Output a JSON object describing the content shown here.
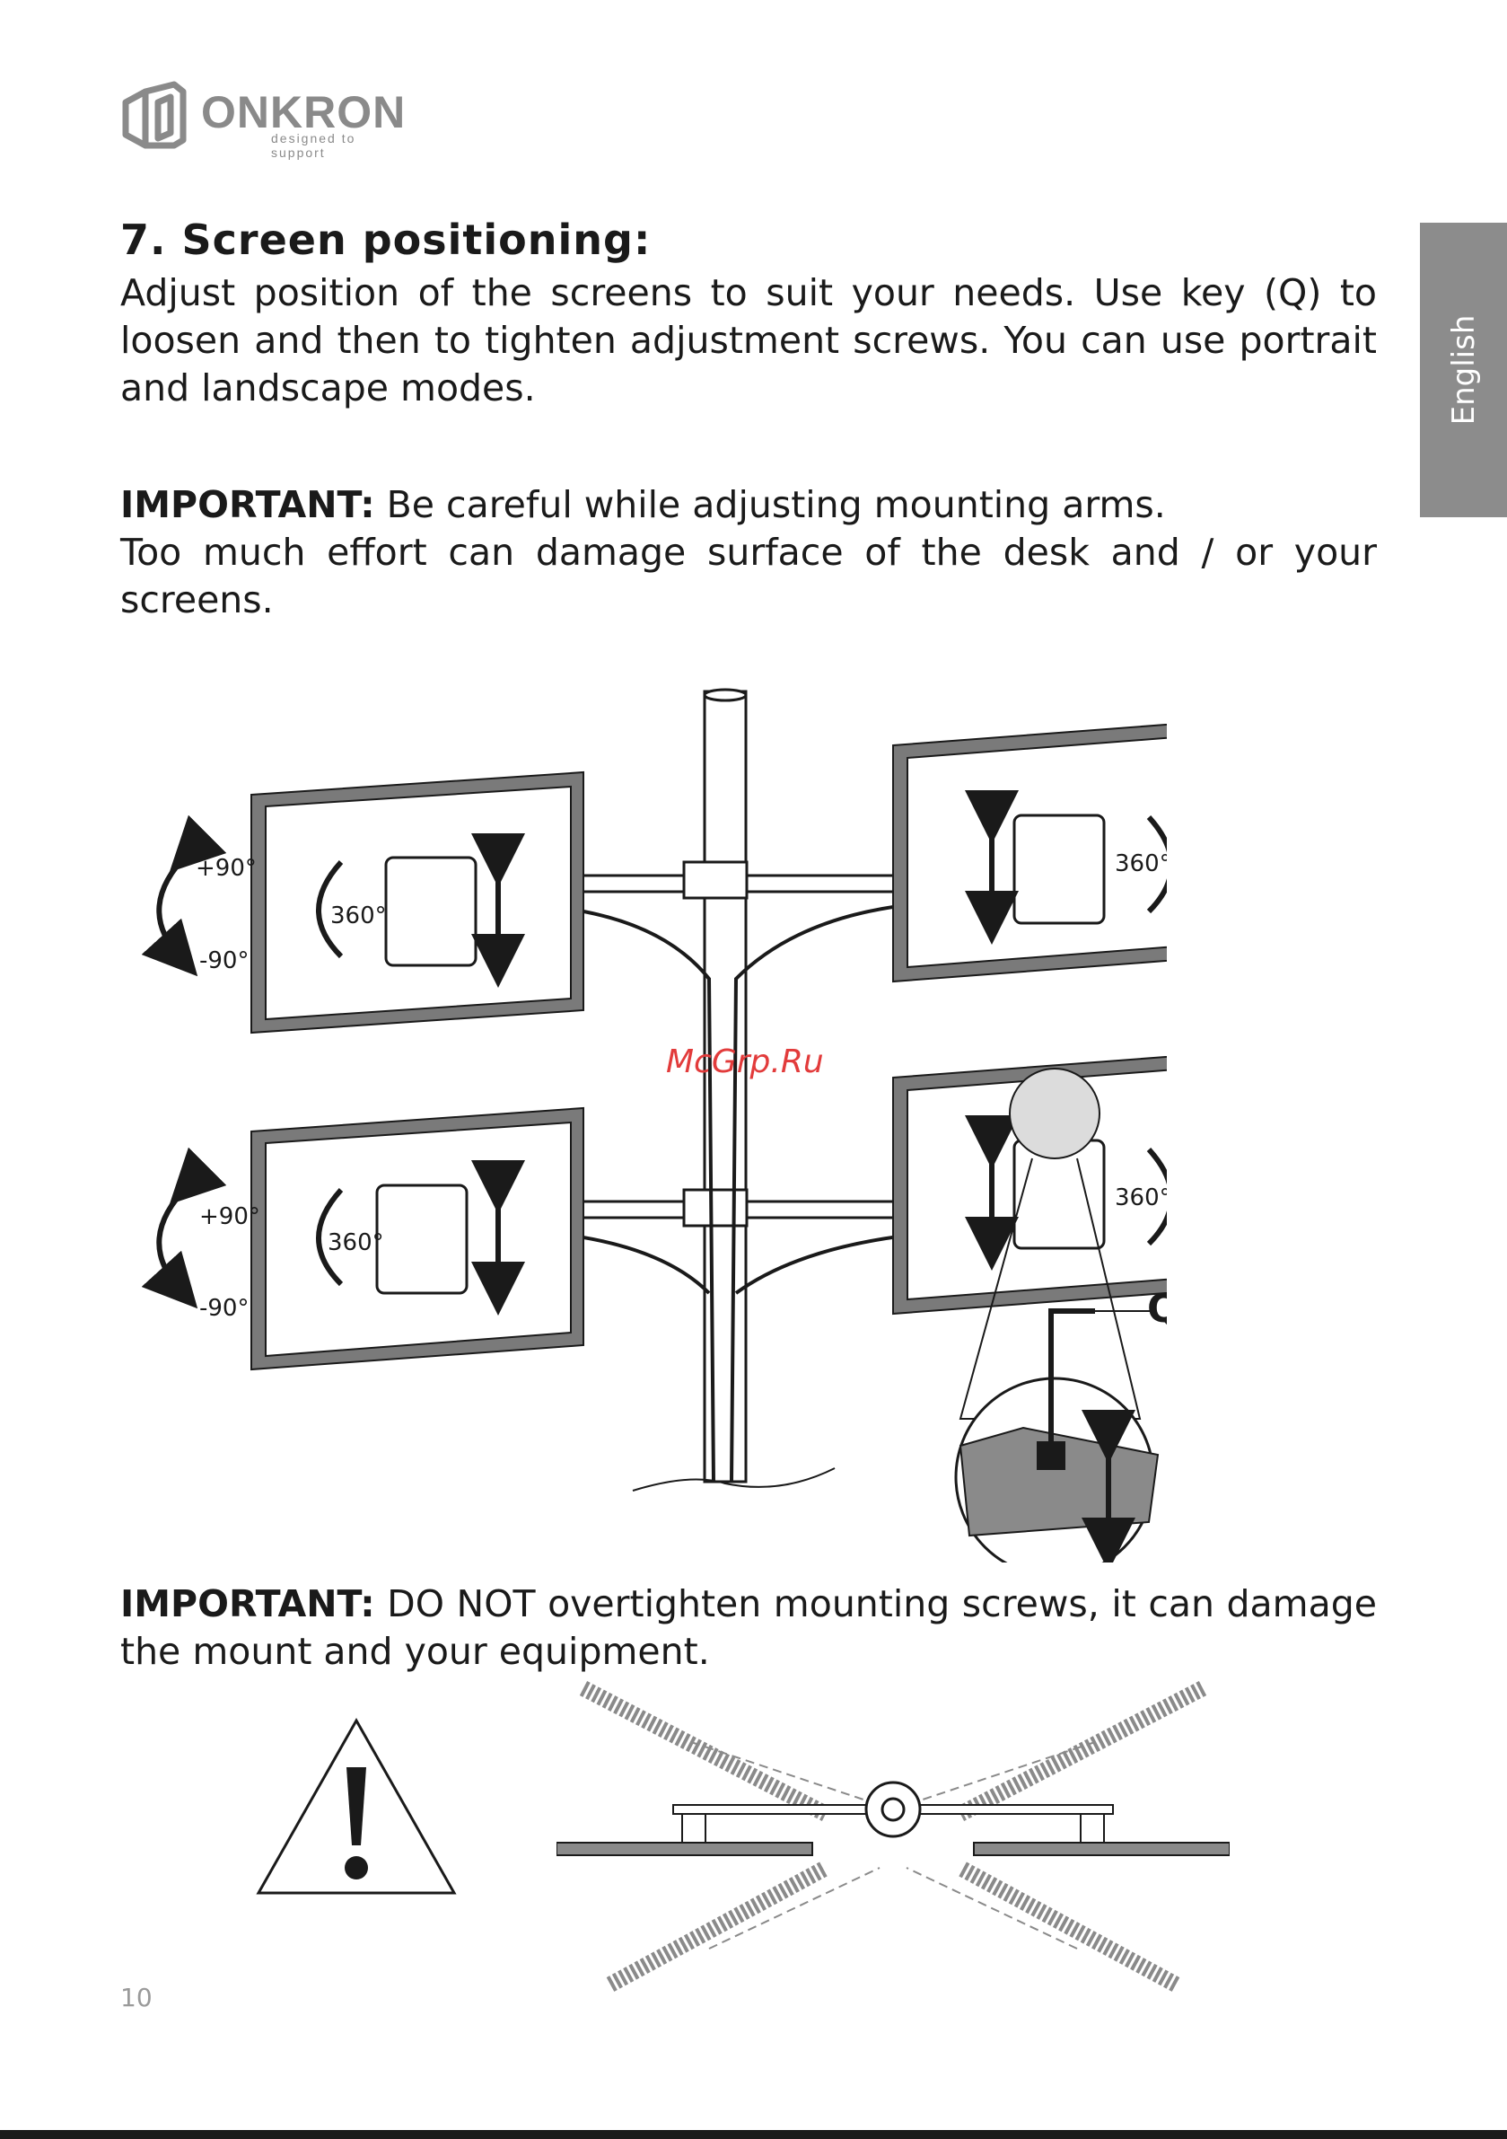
{
  "brand": {
    "name": "ONKRON",
    "tagline": "designed to support"
  },
  "side_tab": {
    "label": "English"
  },
  "section": {
    "title": "7. Screen positioning:",
    "intro": "Adjust position of the screens to suit your needs. Use key (Q) to loosen and then to tighten adjustment screws. You can use portrait and landscape modes."
  },
  "important1": {
    "label": "IMPORTANT:",
    "line1": " Be careful while adjusting mounting arms.",
    "line2": "Too much effort can damage surface of the desk and / or your screens."
  },
  "diagram": {
    "rotation_plus": "+90°",
    "rotation_minus": "-90°",
    "swivel": "360°",
    "key_label": "Q"
  },
  "watermark": "McGrp.Ru",
  "important2": {
    "label": "IMPORTANT:",
    "text": " DO NOT overtighten mounting screws, it can damage the mount and your equipment."
  },
  "warning_icon": "warning-triangle-icon",
  "page_number": "10"
}
